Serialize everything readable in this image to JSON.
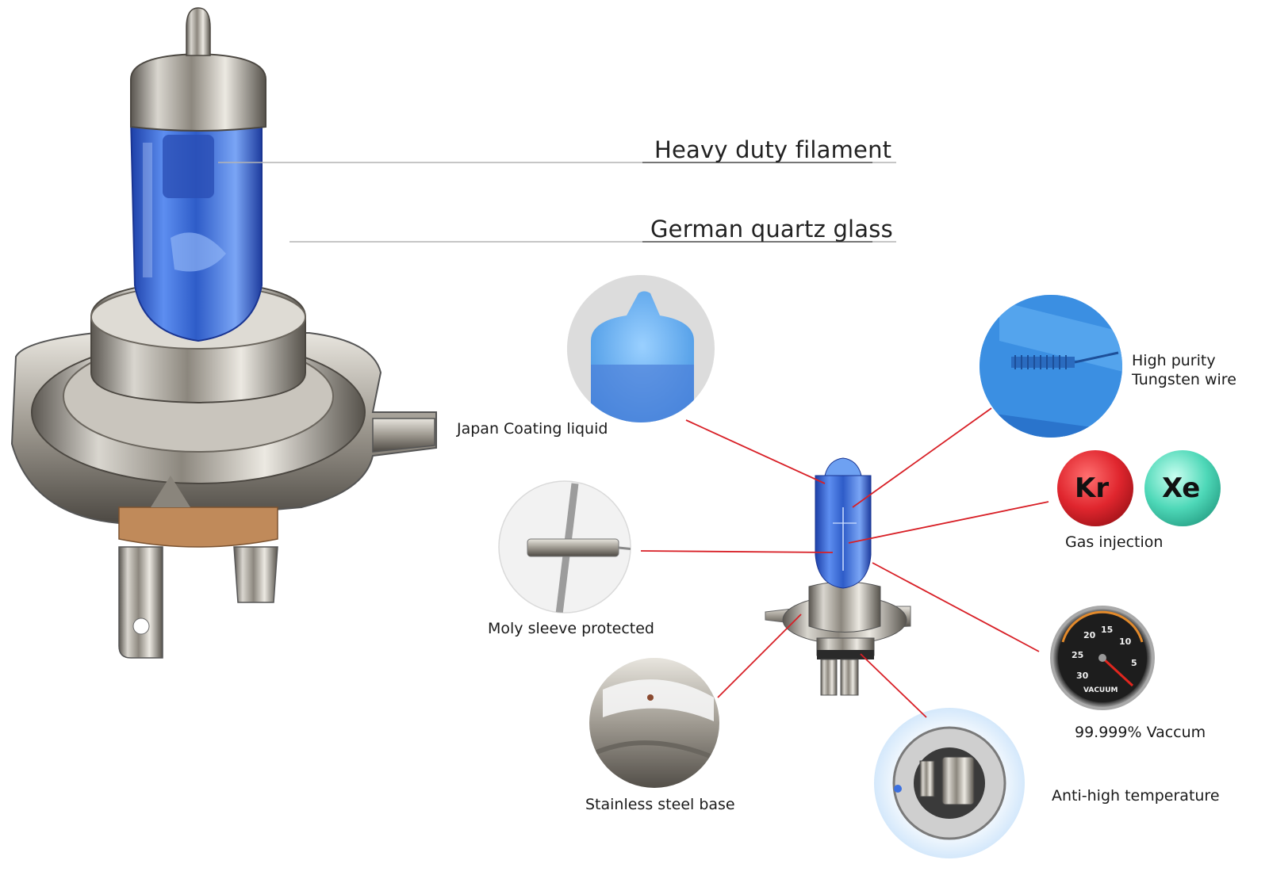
{
  "callouts_top": {
    "filament": "Heavy duty filament",
    "glass": "German quartz glass"
  },
  "features": {
    "coating": "Japan Coating liquid",
    "tungsten_line1": "High purity",
    "tungsten_line2": "Tungsten wire",
    "gas": "Gas injection",
    "moly": "Moly sleeve protected",
    "base": "Stainless steel base",
    "vacuum": "99.999% Vaccum",
    "temperature": "Anti-high temperature"
  },
  "gas_badges": {
    "kr": "Kr",
    "xe": "Xe"
  },
  "gauge": {
    "ticks": [
      "20",
      "15",
      "10",
      "25",
      "5",
      "30"
    ],
    "caption": "VACUUM"
  },
  "colors": {
    "glass_blue": "#3f6fd6",
    "accent_red": "#d81f26",
    "xe_teal": "#3fd3b4",
    "metal": "#b8b5ae"
  },
  "icons": [
    "halogen-bulb-large",
    "halogen-bulb-small",
    "vacuum-gauge",
    "kr-badge",
    "xe-badge"
  ]
}
